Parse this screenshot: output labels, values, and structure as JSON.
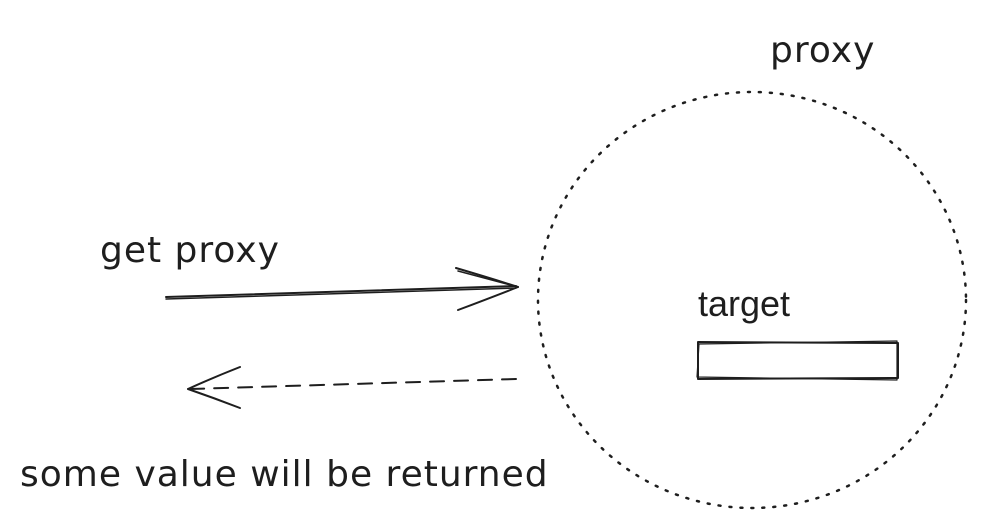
{
  "labels": {
    "proxy_title": "proxy",
    "get_label": "get proxy",
    "return_label": "some value will be returned",
    "target_label": "target"
  },
  "colors": {
    "ink": "#1e1e1e",
    "background": "#ffffff"
  }
}
